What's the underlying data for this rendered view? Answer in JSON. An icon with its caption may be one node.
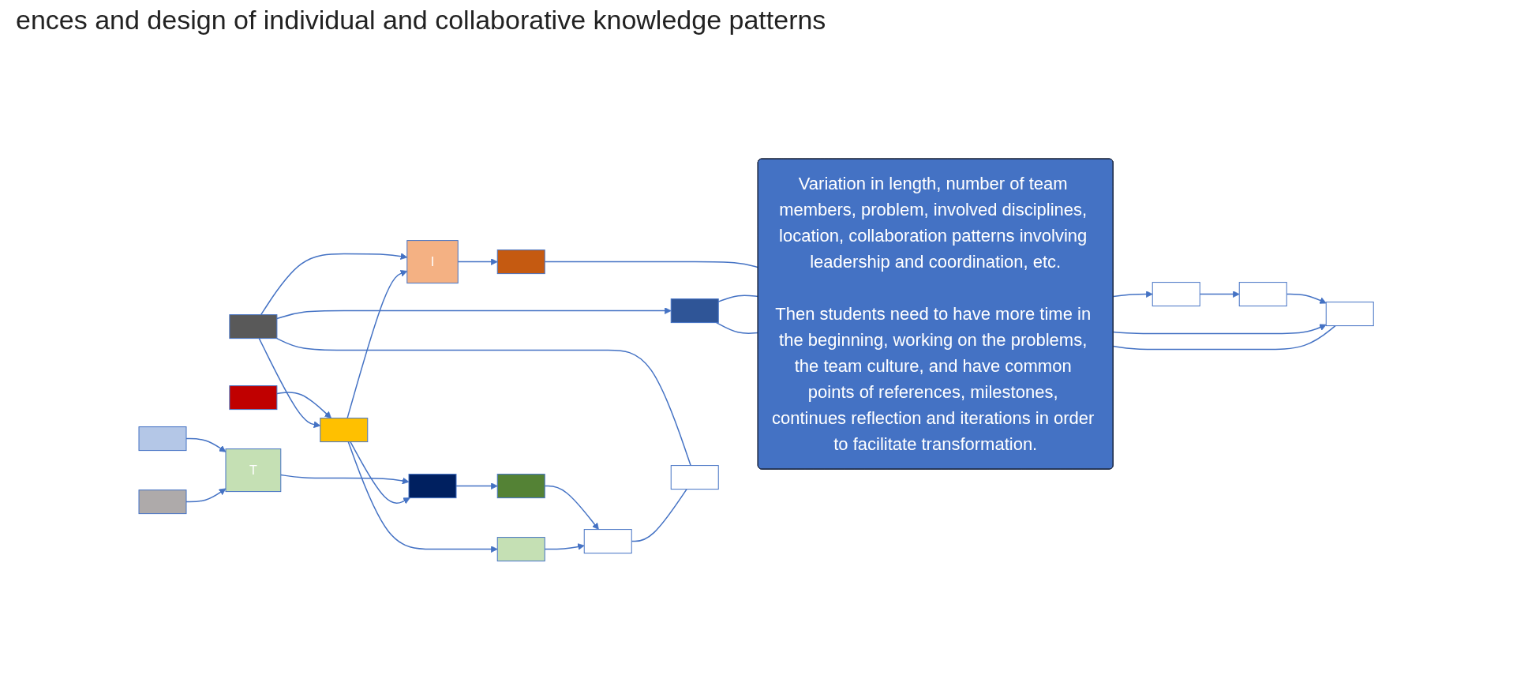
{
  "diagram": {
    "title": "ences and design of individual and collaborative knowledge patterns",
    "nodes": [
      {
        "text": [],
        "shape": "box"
      },
      {
        "text": [],
        "shape": "box"
      },
      {
        "text": [],
        "shape": "box"
      },
      {
        "text": [],
        "shape": "box"
      },
      {
        "text": [
          "T"
        ]
      },
      {
        "text": [],
        "shape": "box"
      },
      {
        "text": [],
        "shape": "box"
      },
      {
        "text": [],
        "shape": "box"
      },
      {
        "text": [],
        "shape": "box"
      },
      {
        "text": [
          "I"
        ]
      },
      {
        "text": [],
        "shape": "box"
      },
      {
        "text": [],
        "shape": "box"
      },
      {
        "text": [],
        "shape": "box"
      },
      {
        "text": [],
        "shape": "box"
      },
      {
        "text": [],
        "shape": "box"
      },
      {
        "text": [],
        "shape": "box"
      },
      {
        "text": [],
        "shape": "box"
      },
      {
        "text": [
          "Variation in length, number of team members, problem, involved disciplines, location, collaboration patterns involving leadership and coordination, etc.",
          "Then students need to have more time in the beginning, working on the problems, the team culture, and have common points of references, milestones, continues reflection and iterations in order to facilitate transformation."
        ]
      }
    ],
    "edges": [
      {
        "from": 0,
        "to": 4,
        "arrow": "to"
      },
      {
        "from": 1,
        "to": 4,
        "arrow": "to"
      },
      {
        "from": 2,
        "to": 5,
        "arrow": "to"
      },
      {
        "from": 3,
        "to": 5,
        "arrow": "to"
      },
      {
        "from": 3,
        "to": 9,
        "arrow": "to"
      },
      {
        "from": 3,
        "to": 12,
        "arrow": "to"
      },
      {
        "from": 3,
        "to": 13,
        "arrow": "none"
      },
      {
        "from": 4,
        "to": 6,
        "arrow": "to"
      },
      {
        "from": 5,
        "to": 6,
        "arrow": "to"
      },
      {
        "from": 5,
        "to": 8,
        "arrow": "to"
      },
      {
        "from": 5,
        "to": 9,
        "arrow": "to"
      },
      {
        "from": 6,
        "to": 7,
        "arrow": "to"
      },
      {
        "from": 7,
        "to": 10,
        "arrow": "to"
      },
      {
        "from": 8,
        "to": 10,
        "arrow": "to"
      },
      {
        "from": 9,
        "to": 11,
        "arrow": "to"
      },
      {
        "from": 10,
        "to": 13,
        "arrow": "none"
      },
      {
        "from": 11,
        "to": 17,
        "arrow": "none"
      },
      {
        "from": 12,
        "to": 17,
        "arrow": "none"
      },
      {
        "from": 12,
        "to": 17,
        "arrow": "none"
      },
      {
        "from": 17,
        "to": 14,
        "arrow": "to"
      },
      {
        "from": 14,
        "to": 15,
        "arrow": "to"
      },
      {
        "from": 15,
        "to": 16,
        "arrow": "to"
      },
      {
        "from": 17,
        "to": 16,
        "arrow": "to"
      },
      {
        "from": 16,
        "to": 17,
        "arrow": "none"
      }
    ]
  }
}
